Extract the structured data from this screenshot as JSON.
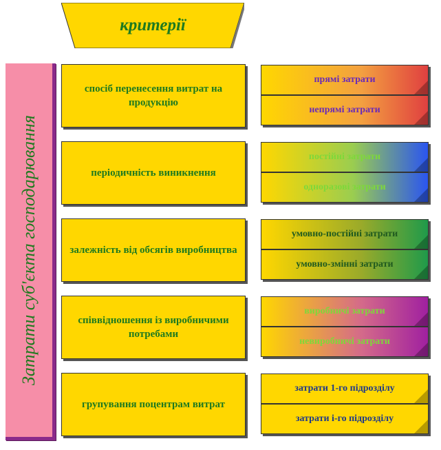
{
  "header": {
    "title": "критерії"
  },
  "side_label": "Затрати суб'єкта господарювання",
  "rows": [
    {
      "criterion": "спосіб перенесення витрат на продукцію",
      "values": [
        "прямі затрати",
        "непрямі затрати"
      ]
    },
    {
      "criterion": "періодичність виникнення",
      "values": [
        "постійні затрати",
        "одноразові затрати"
      ]
    },
    {
      "criterion": "залежність від обсягів виробництва",
      "values": [
        "умовно-постійні затрати",
        "умовно-змінні затрати"
      ]
    },
    {
      "criterion": "співвідношення із виробничими потребами",
      "values": [
        "виробничі затрати",
        "невиробничі затрати"
      ]
    },
    {
      "criterion": "групування поцентрам витрат",
      "values": [
        "затрати 1-го підрозділу",
        "затрати i-го підрозділу"
      ]
    }
  ],
  "colors": {
    "criterion_fill": "#ffd700",
    "text_green": "#1f7a1f",
    "side_fill": "#f68ea8",
    "side_border": "#8a2a8a"
  }
}
